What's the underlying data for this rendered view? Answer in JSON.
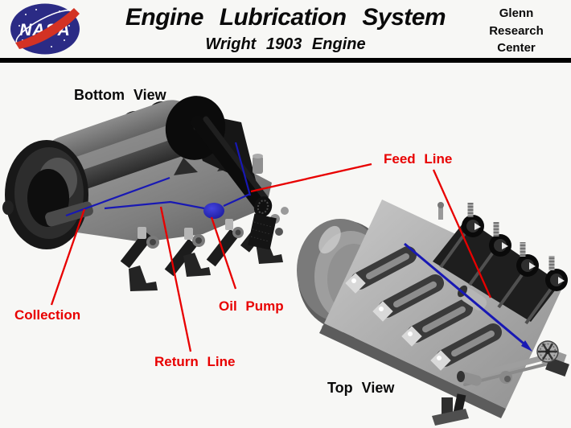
{
  "header": {
    "title": "Engine Lubrication System",
    "subtitle": "Wright 1903 Engine",
    "org_line1": "Glenn",
    "org_line2": "Research",
    "org_line3": "Center",
    "logo_text": "NASA"
  },
  "views": {
    "bottom_label": "Bottom View",
    "top_label": "Top View"
  },
  "annotations": {
    "feed_line": "Feed Line",
    "collection": "Collection",
    "oil_pump": "Oil Pump",
    "return_line": "Return Line"
  },
  "colors": {
    "annotation_red": "#e80000",
    "oil_line_blue": "#1818b4",
    "oil_pump_blue": "#2222cc",
    "nasa_blue": "#2b2b85",
    "nasa_red": "#d33224",
    "divider_black": "#000000"
  }
}
